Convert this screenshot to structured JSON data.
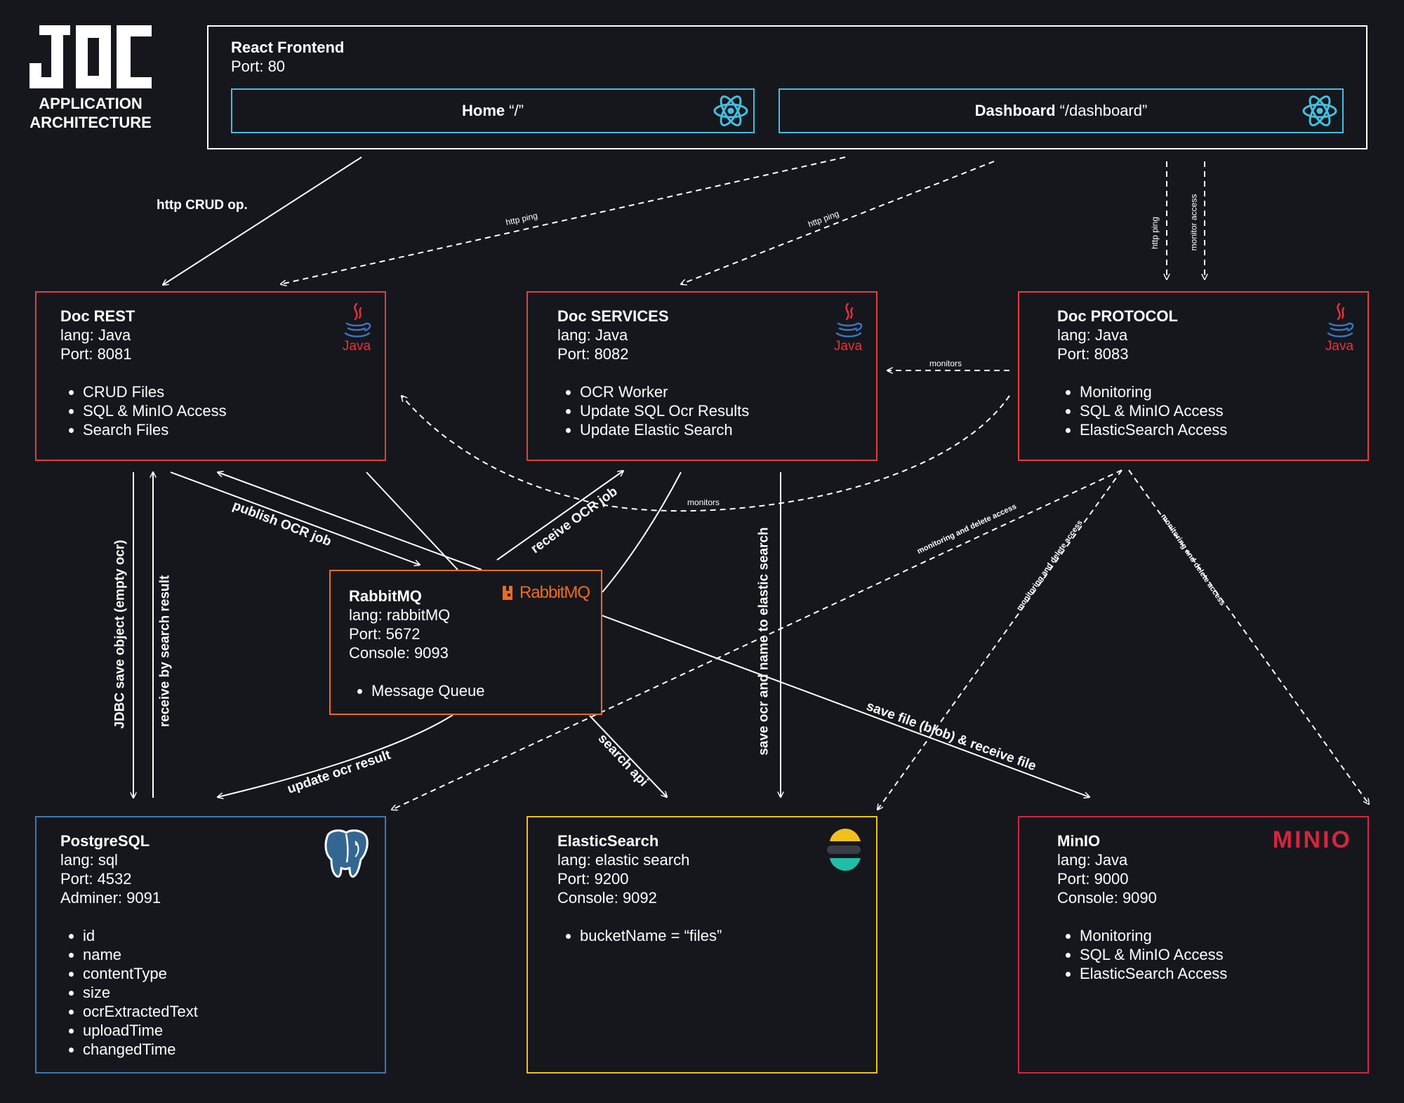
{
  "logo": {
    "mark": "JOC",
    "line1": "APPLICATION",
    "line2": "ARCHITECTURE"
  },
  "frontend": {
    "title": "React Frontend",
    "port": "Port: 80",
    "routes": [
      {
        "name": "Home",
        "path": "“/”",
        "icon": "react-icon"
      },
      {
        "name": "Dashboard",
        "path": "“/dashboard”",
        "icon": "react-icon"
      }
    ]
  },
  "services": {
    "rest": {
      "title": "Doc REST",
      "lang": "lang: Java",
      "port": "Port: 8081",
      "logo": "Java",
      "items": [
        "CRUD Files",
        "SQL & MinIO Access",
        "Search Files"
      ]
    },
    "svc": {
      "title": "Doc SERVICES",
      "lang": "lang: Java",
      "port": "Port: 8082",
      "logo": "Java",
      "items": [
        "OCR Worker",
        "Update SQL Ocr Results",
        "Update Elastic Search"
      ]
    },
    "protocol": {
      "title": "Doc PROTOCOL",
      "lang": "lang: Java",
      "port": "Port: 8083",
      "logo": "Java",
      "items": [
        "Monitoring",
        "SQL & MinIO Access",
        "ElasticSearch Access"
      ]
    },
    "rabbit": {
      "title": "RabbitMQ",
      "lang": "lang: rabbitMQ",
      "port": "Port: 5672",
      "console": "Console: 9093",
      "logo": "RabbitMQ",
      "items": [
        "Message Queue"
      ]
    },
    "postgres": {
      "title": "PostgreSQL",
      "lang": "lang: sql",
      "port": "Port: 4532",
      "console": "Adminer: 9091",
      "logo": "postgresql-elephant-icon",
      "items": [
        "id",
        "name",
        "contentType",
        "size",
        "ocrExtractedText",
        "uploadTime",
        "changedTime"
      ]
    },
    "elastic": {
      "title": "ElasticSearch",
      "lang": "lang: elastic search",
      "port": "Port: 9200",
      "console": "Console: 9092",
      "logo": "elastic-icon",
      "items": [
        "bucketName = “files”"
      ]
    },
    "minio": {
      "title": "MinIO",
      "lang": "lang: Java",
      "port": "Port: 9000",
      "console": "Console: 9090",
      "logo": "MINIO",
      "items": [
        "Monitoring",
        "SQL & MinIO Access",
        "ElasticSearch Access"
      ]
    }
  },
  "edges": {
    "http_crud": "http CRUD op.",
    "http_ping_1": "http ping",
    "http_ping_2": "http ping",
    "http_ping_3": "http ping",
    "monitor_access": "monitor access",
    "monitors_1": "monitors",
    "monitors_2": "monitors",
    "publish_ocr": "publish OCR job",
    "receive_ocr": "receive OCR job",
    "jdbc_save": "JDBC save object (empty ocr)",
    "receive_search": "receive by search result",
    "update_ocr": "update ocr result",
    "search_api": "search api",
    "save_ocr_elastic": "save ocr and name to elastic search",
    "save_file": "save file (blob) & receive file",
    "mda_1": "monitoring and delete access",
    "mda_2": "monitoring and delete access",
    "mda_3": "monitoring and delete access"
  },
  "colors": {
    "background": "#16171d",
    "frontend_border": "#ffffff",
    "route_border": "#44bfe0",
    "java_border": "#e0403a",
    "rabbit_border": "#f06b1f",
    "postgres_border": "#3a79b4",
    "elastic_border": "#f0c11e",
    "minio_border": "#d4263f",
    "react": "#44bfe0",
    "java": "#e8323c"
  }
}
